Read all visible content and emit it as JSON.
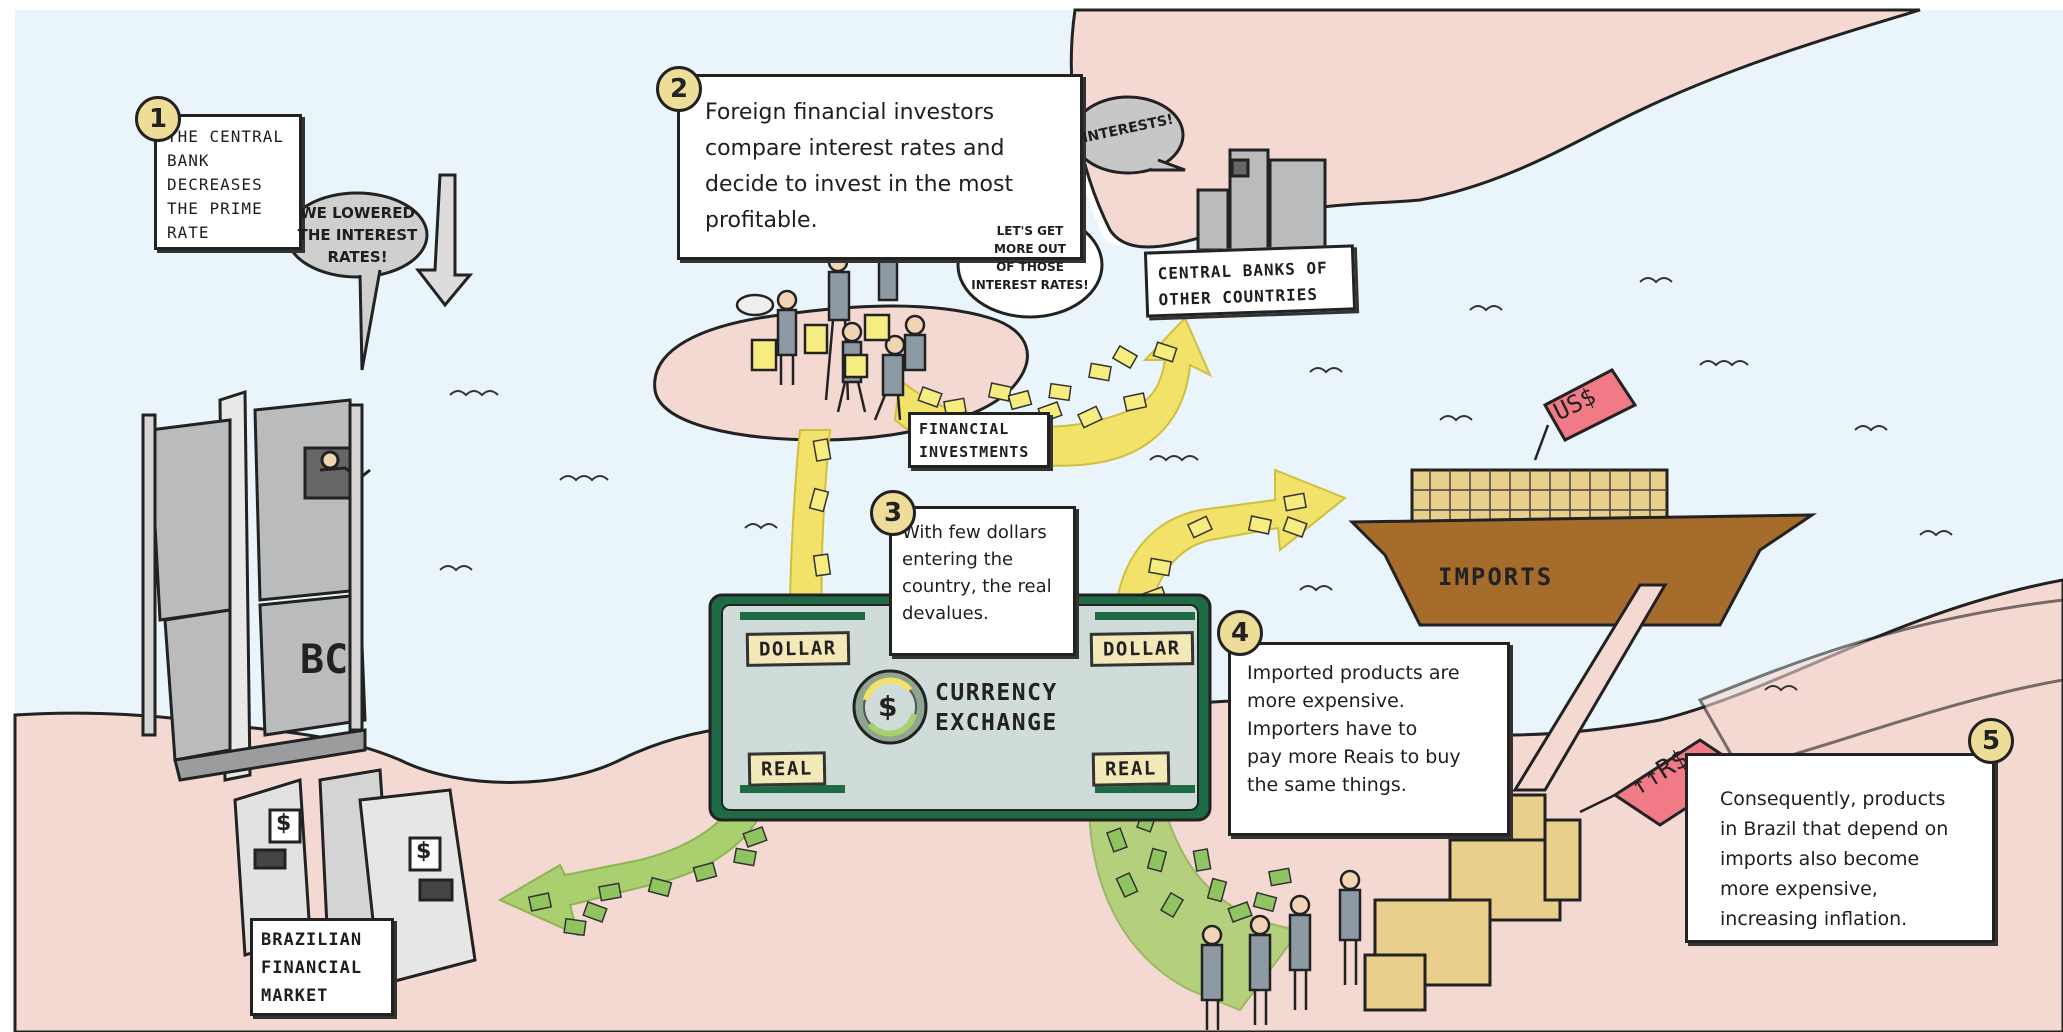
{
  "steps": [
    {
      "number": "1",
      "text": "THE CENTRAL\nBANK\nDECREASES\nTHE PRIME\nRATE"
    },
    {
      "number": "2",
      "text": "Foreign financial investors\ncompare interest rates and\ndecide to invest in the most\nprofitable."
    },
    {
      "number": "3",
      "text": "With few dollars\nentering the\ncountry, the real\ndevalues."
    },
    {
      "number": "4",
      "text": "Imported products are\nmore expensive.\nImporters have to\npay more Reais to buy\nthe same things."
    },
    {
      "number": "5",
      "text": "Consequently, products\nin Brazil that depend on\n imports also become\n more expensive,\n increasing inflation."
    }
  ],
  "speech": {
    "central_bank": "WE LOWERED\nTHE INTEREST\nRATES!",
    "investors": "LET'S GET\nMORE OUT\nOF THOSE\nINTEREST RATES!",
    "interests": "INTERESTS!"
  },
  "labels": {
    "central_banks_other": "CENTRAL BANKS OF\nOTHER COUNTRIES",
    "financial_investments": "FINANCIAL\nINVESTMENTS",
    "brazilian_market": "BRAZILIAN\nFINANCIAL\nMARKET",
    "bc_building": "BC",
    "imports_ship": "IMPORTS",
    "usd_tag": "US$",
    "brl_tag": "↑↑R$"
  },
  "exchange": {
    "title_line1": "CURRENCY",
    "title_line2": "EXCHANGE",
    "dollar_in": "DOLLAR",
    "dollar_out": "DOLLAR",
    "real_in": "REAL",
    "real_out": "REAL",
    "icon_symbol": "$"
  },
  "atm_symbol": "$",
  "colors": {
    "sea": "#eaf5fb",
    "land": "#f4d9d3",
    "dollar_flow": "#f2e26a",
    "real_flow": "#a9cf6e",
    "exchange_body": "#cfdcd9",
    "exchange_frame": "#1e6b45",
    "tag_red": "#f07b86",
    "ship_brown": "#a66c2c",
    "crate": "#e8cf8c",
    "building_gray": "#b9bbbd",
    "number_badge": "#eedd99"
  }
}
